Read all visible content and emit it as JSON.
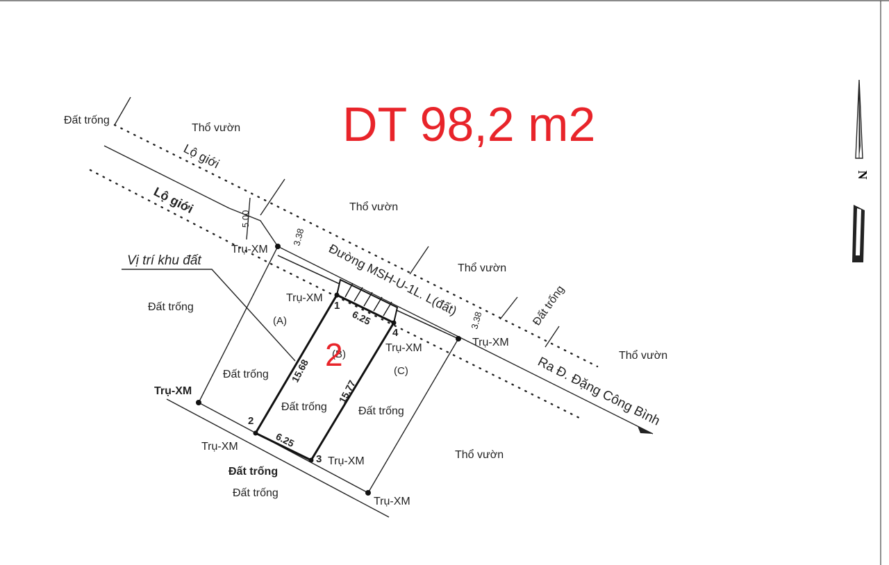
{
  "area_title": "DT 98,2 m2",
  "lot_number": "2",
  "road_name": "Đường MSH-U-1L. L(đất)",
  "road_direction": "Ra Đ. Đặng Công Bình",
  "lo_gioi": "Lộ giới",
  "lo_gioi_bold": "Lộ giới",
  "location_label": "Vị trí khu đất",
  "dims": {
    "width_5": "5.00",
    "setback_left": "3.38",
    "setback_right": "3.38",
    "top": "6.25",
    "bottom": "6.25",
    "left": "15.68",
    "right": "15.77"
  },
  "corners": {
    "c1": "1",
    "c2": "2",
    "c3": "3",
    "c4": "4"
  },
  "zones": {
    "a": "(A)",
    "b": "(B)",
    "c": "(C)"
  },
  "labels": {
    "dat_trong": "Đất trống",
    "dat_trong_bold": "Đất trống",
    "tho_vuon": "Thổ vườn",
    "tru_xm": "Trụ-XM",
    "tru_xm_bold": "Trụ-XM"
  },
  "colors": {
    "accent_red": "#e8242a",
    "ink": "#222222"
  }
}
